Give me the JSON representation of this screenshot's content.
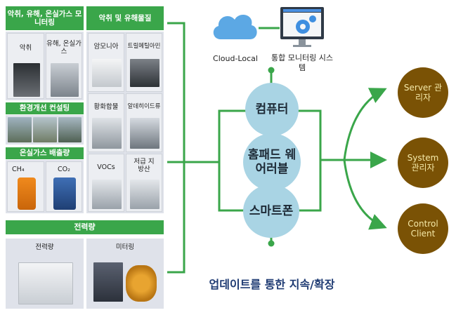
{
  "colors": {
    "green": "#3aa64a",
    "circle": "#a9d4e4",
    "role": "#7a5205",
    "title": "#1f3b73"
  },
  "groups": {
    "odor_monitoring": {
      "title": "악취, 유해, 온실가스 모니터링",
      "cells": [
        {
          "label": "악취"
        },
        {
          "label": "유해, 온실가스"
        }
      ]
    },
    "env_consulting": {
      "title": "환경개선 컨설팅"
    },
    "ghg_emission": {
      "title": "온실가스 배출량",
      "cells": [
        {
          "label": "CH₄"
        },
        {
          "label": "CO₂"
        }
      ]
    },
    "odor_substances": {
      "title": "악취 및 유해물질",
      "cells": [
        {
          "label": "암모니아"
        },
        {
          "label": "트릴메틸아민"
        },
        {
          "label": "황화합물"
        },
        {
          "label": "알데히이드류"
        },
        {
          "label": "VOCs"
        },
        {
          "label": "저급 지방산"
        }
      ]
    },
    "power": {
      "title": "전력량",
      "cells": [
        {
          "label": "전력량"
        },
        {
          "label": "미터링"
        }
      ]
    }
  },
  "cloud": {
    "label": "Cloud-Local",
    "icon": "cloud-icon"
  },
  "monitor": {
    "label": "통합 모니터링 시스템",
    "icon": "monitor-gear-icon"
  },
  "devices": [
    {
      "label": "컴퓨터"
    },
    {
      "label": "홈패드 웨어러블"
    },
    {
      "label": "스마트폰"
    }
  ],
  "roles": [
    {
      "label": "Server 관리자"
    },
    {
      "label": "System 관리자"
    },
    {
      "label": "Control Client"
    }
  ],
  "footer": {
    "text": "업데이트를 통한 지속/확장"
  }
}
